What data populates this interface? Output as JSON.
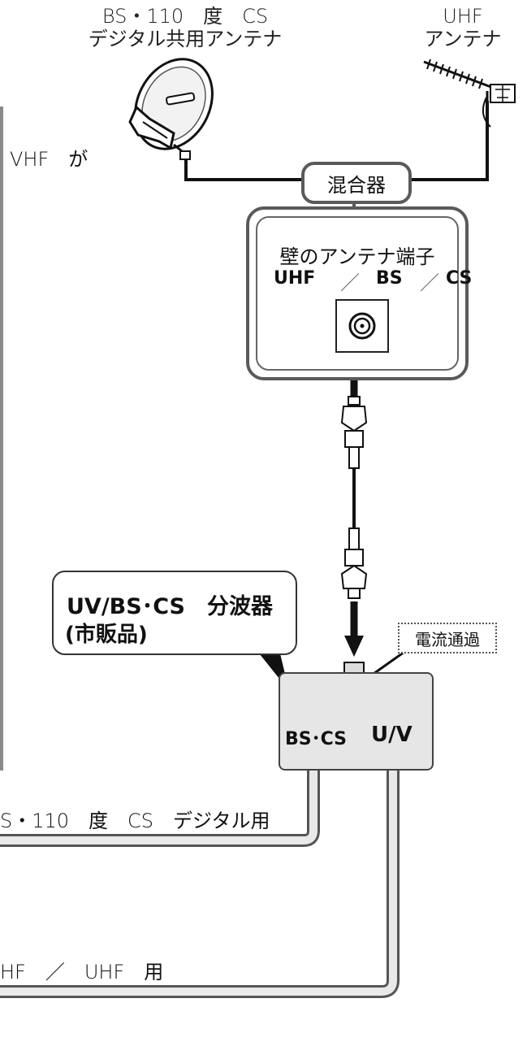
{
  "labels": {
    "dish_antenna_line1": "BS・110　度　CS",
    "dish_antenna_line2": "デジタル共用アンテナ",
    "uhf_antenna_line1": "UHF",
    "uhf_antenna_line2": "アンテナ",
    "vhf_note": "VHF　が",
    "mixer": "混合器",
    "wall_title": "壁のアンテナ端子",
    "wall_uhf": "UHF",
    "wall_bs": "BS",
    "wall_cs": "CS",
    "wall_separator": "／",
    "splitter_name": "UV/BS･CS　分波器",
    "splitter_sub": "(市販品)",
    "current_pass": "電流通過",
    "out_bscs": "BS･CS",
    "out_uv": "U/V",
    "cable_bscs": "S・110　度　CS　デジタル用",
    "cable_vu": "HF　／　UHF　用"
  },
  "colors": {
    "outline": "#5a5a5a",
    "cable": "#111111",
    "splitter_fill": "#e6e6e6",
    "left_bar": "#8a8a8a"
  },
  "icons": {
    "dish": "satellite-dish-icon",
    "uhf": "yagi-antenna-icon",
    "socket": "coax-socket-icon",
    "connector": "f-connector-icon",
    "arrow": "arrow-icon"
  }
}
